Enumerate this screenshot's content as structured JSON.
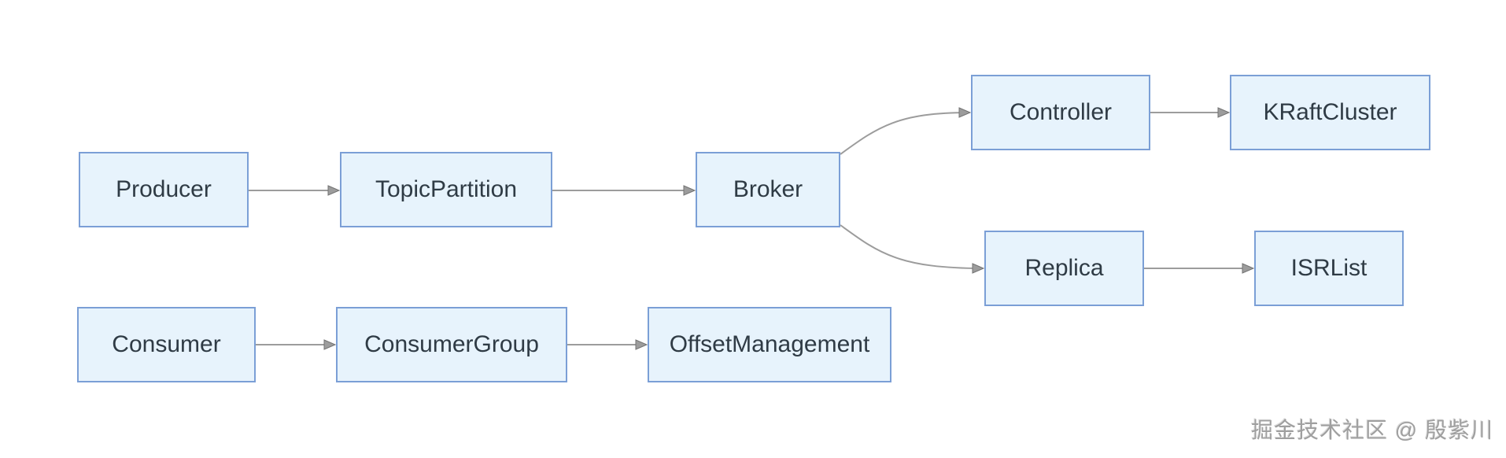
{
  "diagram": {
    "type": "flowchart",
    "direction": "left-to-right",
    "nodes": [
      {
        "id": "producer",
        "label": "Producer"
      },
      {
        "id": "topicPartition",
        "label": "TopicPartition"
      },
      {
        "id": "broker",
        "label": "Broker"
      },
      {
        "id": "controller",
        "label": "Controller"
      },
      {
        "id": "kraftCluster",
        "label": "KRaftCluster"
      },
      {
        "id": "replica",
        "label": "Replica"
      },
      {
        "id": "isrList",
        "label": "ISRList"
      },
      {
        "id": "consumer",
        "label": "Consumer"
      },
      {
        "id": "consumerGroup",
        "label": "ConsumerGroup"
      },
      {
        "id": "offsetManagement",
        "label": "OffsetManagement"
      }
    ],
    "edges": [
      {
        "from": "Producer",
        "to": "TopicPartition"
      },
      {
        "from": "TopicPartition",
        "to": "Broker"
      },
      {
        "from": "Broker",
        "to": "Controller"
      },
      {
        "from": "Controller",
        "to": "KRaftCluster"
      },
      {
        "from": "Broker",
        "to": "Replica"
      },
      {
        "from": "Replica",
        "to": "ISRList"
      },
      {
        "from": "Consumer",
        "to": "ConsumerGroup"
      },
      {
        "from": "ConsumerGroup",
        "to": "OffsetManagement"
      }
    ],
    "colors": {
      "node_fill": "#e7f3fc",
      "node_border": "#7b9fd6",
      "node_text": "#2f3b45",
      "edge": "#9c9c9c"
    }
  },
  "watermark": {
    "text": "掘金技术社区 @ 殷紫川"
  }
}
